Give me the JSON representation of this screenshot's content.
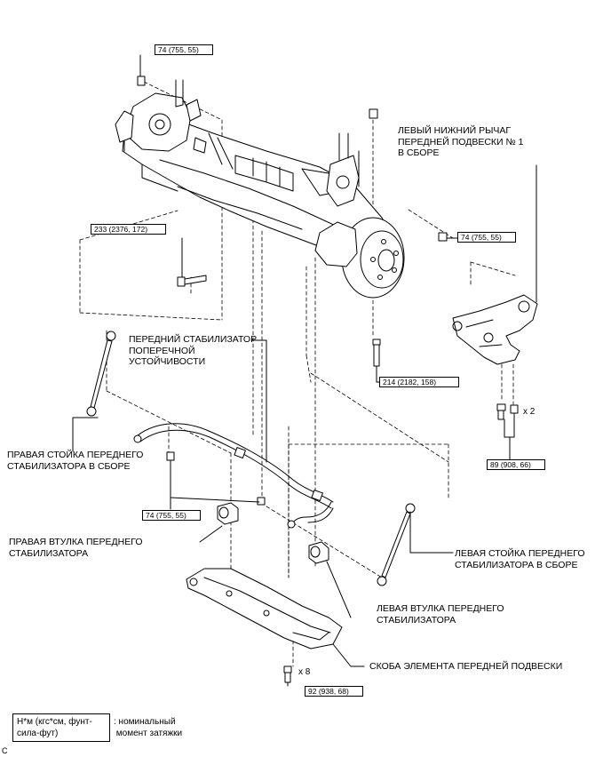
{
  "torques": {
    "t1": "74 (755, 55)",
    "t2": "74 (755, 55)",
    "t3": "233 (2376, 172)",
    "t4": "214 (2182, 158)",
    "t5": "89 (908, 66)",
    "t6": "74 (755, 55)",
    "t7": "92 (938, 68)"
  },
  "labels": {
    "lower_arm": "ЛЕВЫЙ НИЖНИЙ РЫЧАГ\nПЕРЕДНЕЙ ПОДВЕСКИ № 1\nВ СБОРЕ",
    "stabilizer": "ПЕРЕДНИЙ СТАБИЛИЗАТОР\nПОПЕРЕЧНОЙ\nУСТОЙЧИВОСТИ",
    "right_link": "ПРАВАЯ СТОЙКА ПЕРЕДНЕГО\nСТАБИЛИЗАТОРА В СБОРЕ",
    "right_bushing": "ПРАВАЯ ВТУЛКА ПЕРЕДНЕГО\nСТАБИЛИЗАТОРА",
    "left_link": "ЛЕВАЯ СТОЙКА ПЕРЕДНЕГО\nСТАБИЛИЗАТОРА В СБОРЕ",
    "left_bushing": "ЛЕВАЯ ВТУЛКА ПЕРЕДНЕГО\nСТАБИЛИЗАТОРА",
    "bracket": "СКОБА ЭЛЕМЕНТА ПЕРЕДНЕЙ ПОДВЕСКИ"
  },
  "quantities": {
    "q_arm_bolts": "x 2",
    "q_bracket_bolts": "x 8"
  },
  "legend": {
    "unit": "Н*м (кгс*см, фунт-\nсила-фут)",
    "desc": ": номинальный\n момент затяжки"
  },
  "corner_mark": "C"
}
